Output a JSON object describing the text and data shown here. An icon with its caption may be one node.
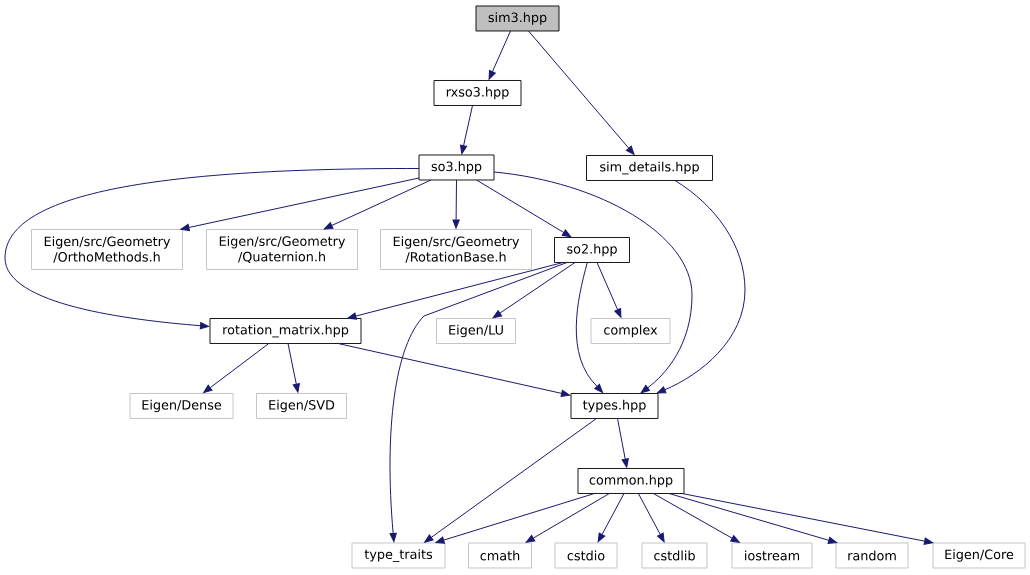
{
  "diagram": {
    "nodes": [
      {
        "text": [
          "sim3.hpp"
        ]
      },
      {
        "text": [
          "rxso3.hpp"
        ]
      },
      {
        "text": [
          "so3.hpp"
        ]
      },
      {
        "text": [
          "sim_details.hpp"
        ]
      },
      {
        "text": [
          "Eigen/src/Geometry /OrthoMethods.h"
        ]
      },
      {
        "text": [
          "Eigen/src/Geometry /Quaternion.h"
        ]
      },
      {
        "text": [
          "Eigen/src/Geometry /RotationBase.h"
        ]
      },
      {
        "text": [
          "so2.hpp"
        ]
      },
      {
        "text": [
          "rotation_matrix.hpp"
        ]
      },
      {
        "text": [
          "Eigen/LU"
        ]
      },
      {
        "text": [
          "complex"
        ]
      },
      {
        "text": [
          "Eigen/Dense"
        ]
      },
      {
        "text": [
          "Eigen/SVD"
        ]
      },
      {
        "text": [
          "types.hpp"
        ]
      },
      {
        "text": [
          "common.hpp"
        ]
      },
      {
        "text": [
          "type_traits"
        ]
      },
      {
        "text": [
          "cmath"
        ]
      },
      {
        "text": [
          "cstdio"
        ]
      },
      {
        "text": [
          "cstdlib"
        ]
      },
      {
        "text": [
          "iostream"
        ]
      },
      {
        "text": [
          "random"
        ]
      },
      {
        "text": [
          "Eigen/Core"
        ]
      }
    ],
    "edges": [
      {
        "from": 0,
        "to": 1,
        "arrow": "to"
      },
      {
        "from": 0,
        "to": 3,
        "arrow": "to"
      },
      {
        "from": 1,
        "to": 2,
        "arrow": "to"
      },
      {
        "from": 2,
        "to": 4,
        "arrow": "to"
      },
      {
        "from": 2,
        "to": 5,
        "arrow": "to"
      },
      {
        "from": 2,
        "to": 6,
        "arrow": "to"
      },
      {
        "from": 2,
        "to": 7,
        "arrow": "to"
      },
      {
        "from": 2,
        "to": 8,
        "arrow": "to"
      },
      {
        "from": 2,
        "to": 13,
        "arrow": "to"
      },
      {
        "from": 3,
        "to": 13,
        "arrow": "to"
      },
      {
        "from": 7,
        "to": 8,
        "arrow": "to"
      },
      {
        "from": 7,
        "to": 15,
        "arrow": "to"
      },
      {
        "from": 7,
        "to": 9,
        "arrow": "to"
      },
      {
        "from": 7,
        "to": 13,
        "arrow": "to"
      },
      {
        "from": 7,
        "to": 10,
        "arrow": "to"
      },
      {
        "from": 8,
        "to": 11,
        "arrow": "to"
      },
      {
        "from": 8,
        "to": 12,
        "arrow": "to"
      },
      {
        "from": 8,
        "to": 13,
        "arrow": "to"
      },
      {
        "from": 13,
        "to": 15,
        "arrow": "to"
      },
      {
        "from": 13,
        "to": 14,
        "arrow": "to"
      },
      {
        "from": 14,
        "to": 15,
        "arrow": "to"
      },
      {
        "from": 14,
        "to": 16,
        "arrow": "to"
      },
      {
        "from": 14,
        "to": 17,
        "arrow": "to"
      },
      {
        "from": 14,
        "to": 18,
        "arrow": "to"
      },
      {
        "from": 14,
        "to": 19,
        "arrow": "to"
      },
      {
        "from": 14,
        "to": 20,
        "arrow": "to"
      },
      {
        "from": 14,
        "to": 21,
        "arrow": "to"
      }
    ]
  }
}
